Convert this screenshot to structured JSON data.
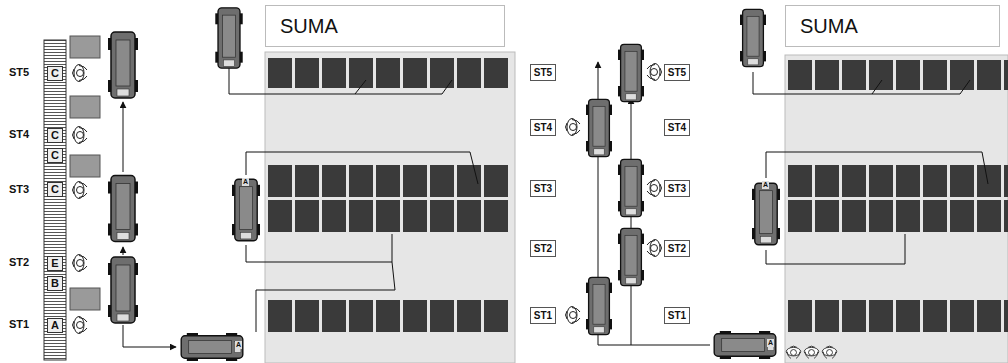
{
  "diagram": {
    "nodes": [
      {
        "text": [
          "C"
        ]
      },
      {
        "text": [
          "C"
        ]
      },
      {
        "text": [
          "C"
        ]
      },
      {
        "text": [
          "C"
        ]
      },
      {
        "text": [
          "E"
        ]
      },
      {
        "text": [
          "B"
        ]
      },
      {
        "text": [
          "A"
        ]
      },
      {
        "text": [
          "SUMA"
        ]
      },
      {
        "text": [
          "ST5"
        ]
      },
      {
        "text": [
          "ST5"
        ]
      },
      {
        "text": [
          "ST4"
        ]
      },
      {
        "text": [
          "ST4"
        ]
      },
      {
        "text": [
          "ST3"
        ]
      },
      {
        "text": [
          "ST3"
        ]
      },
      {
        "text": [
          "ST2"
        ]
      },
      {
        "text": [
          "ST2"
        ]
      },
      {
        "text": [
          "ST1"
        ]
      },
      {
        "text": [
          "ST1"
        ]
      },
      {
        "text": [
          "SUMA"
        ]
      }
    ],
    "labels": [
      "ST5",
      "ST4",
      "ST3",
      "ST2",
      "ST1",
      "A",
      "A",
      "A",
      "A"
    ]
  }
}
